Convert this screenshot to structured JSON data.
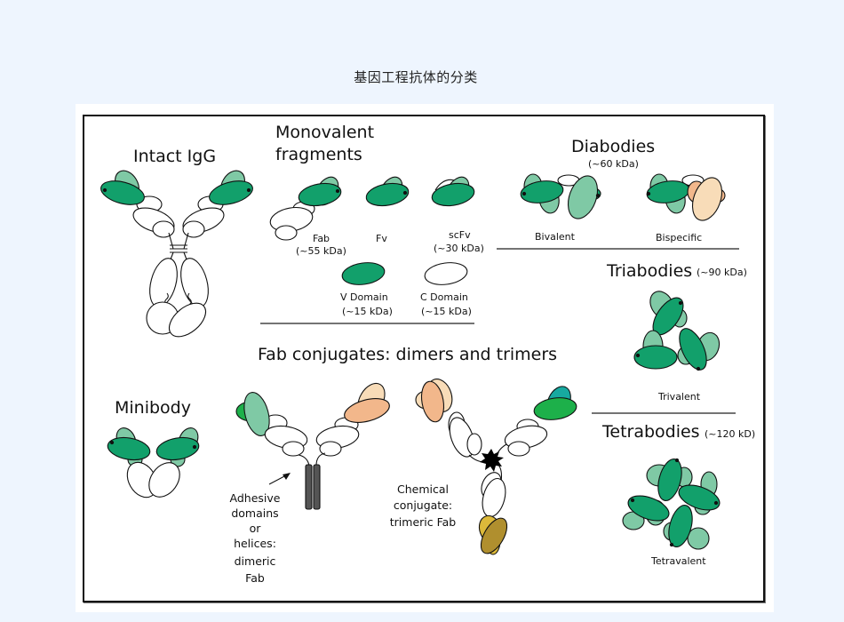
{
  "slide_title": "基因工程抗体的分类",
  "colors": {
    "background": "#eef5fe",
    "v_domain_dark": "#12a06b",
    "v_domain_light": "#7fc9a5",
    "c_domain": "#ffffff",
    "peach": "#f2b78b",
    "peach_light": "#f8dcb8",
    "bright_green": "#1db04a",
    "teal": "#17a9a0",
    "olive": "#b08f2e",
    "mustard": "#dcb93a",
    "helix_grey": "#555555",
    "outline": "#111111"
  },
  "diagram": {
    "intact_igg": {
      "title": "Intact IgG"
    },
    "monovalent": {
      "title_line1": "Monovalent",
      "title_line2": "fragments",
      "fab": {
        "name": "Fab",
        "size": "(~55 kDa)"
      },
      "fv": {
        "name": "Fv"
      },
      "scfv": {
        "name": "scFv",
        "size": "(~30 kDa)"
      },
      "v_domain": {
        "name": "V Domain",
        "size": "(~15 kDa)"
      },
      "c_domain": {
        "name": "C Domain",
        "size": "(~15 kDa)"
      }
    },
    "diabodies": {
      "title": "Diabodies",
      "size": "(~60 kDa)",
      "bivalent": "Bivalent",
      "bispecific": "Bispecific"
    },
    "triabodies": {
      "title": "Triabodies",
      "size": "(~90 kDa)",
      "label": "Trivalent"
    },
    "tetrabodies": {
      "title": "Tetrabodies",
      "size": "(~120 kD)",
      "label": "Tetravalent"
    },
    "minibody": {
      "title": "Minibody"
    },
    "fab_conjugates": {
      "title": "Fab conjugates:  dimers and trimers",
      "dimeric_label": [
        "Adhesive",
        "domains",
        "or",
        "helices:",
        "dimeric",
        "Fab"
      ],
      "trimeric_label": [
        "Chemical",
        "conjugate:",
        "trimeric Fab"
      ]
    }
  }
}
